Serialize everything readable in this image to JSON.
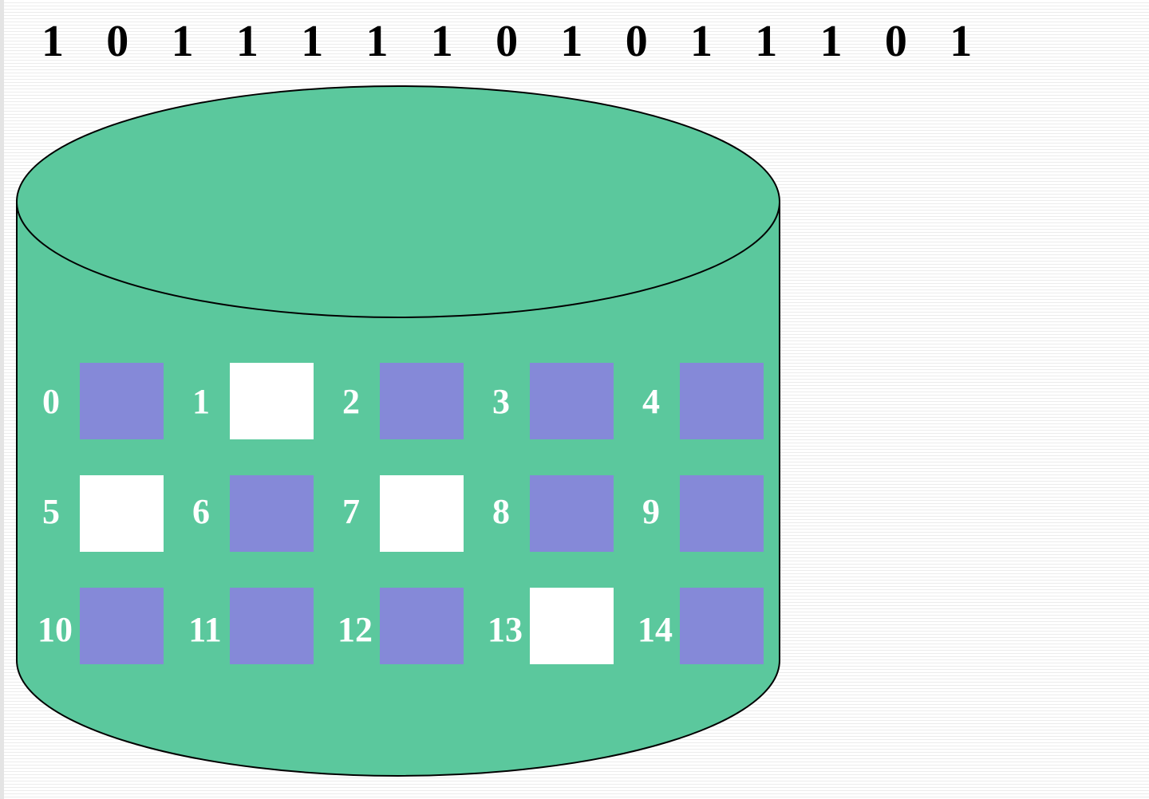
{
  "bitmap": [
    "1",
    "0",
    "1",
    "1",
    "1",
    "1",
    "1",
    "0",
    "1",
    "0",
    "1",
    "1",
    "1",
    "0",
    "1"
  ],
  "blocks": [
    {
      "label": "0",
      "free": false
    },
    {
      "label": "1",
      "free": true
    },
    {
      "label": "2",
      "free": false
    },
    {
      "label": "3",
      "free": false
    },
    {
      "label": "4",
      "free": false
    },
    {
      "label": "5",
      "free": true
    },
    {
      "label": "6",
      "free": false
    },
    {
      "label": "7",
      "free": true
    },
    {
      "label": "8",
      "free": false
    },
    {
      "label": "9",
      "free": false
    },
    {
      "label": "10",
      "free": false
    },
    {
      "label": "11",
      "free": false
    },
    {
      "label": "12",
      "free": false
    },
    {
      "label": "13",
      "free": true
    },
    {
      "label": "14",
      "free": false
    }
  ],
  "colors": {
    "disk_fill": "#5BC89D",
    "disk_stroke": "#000000",
    "block_used": "#8589D8",
    "block_free": "#FFFFFF",
    "label": "#FFFFFF",
    "bit_text": "#000000"
  }
}
